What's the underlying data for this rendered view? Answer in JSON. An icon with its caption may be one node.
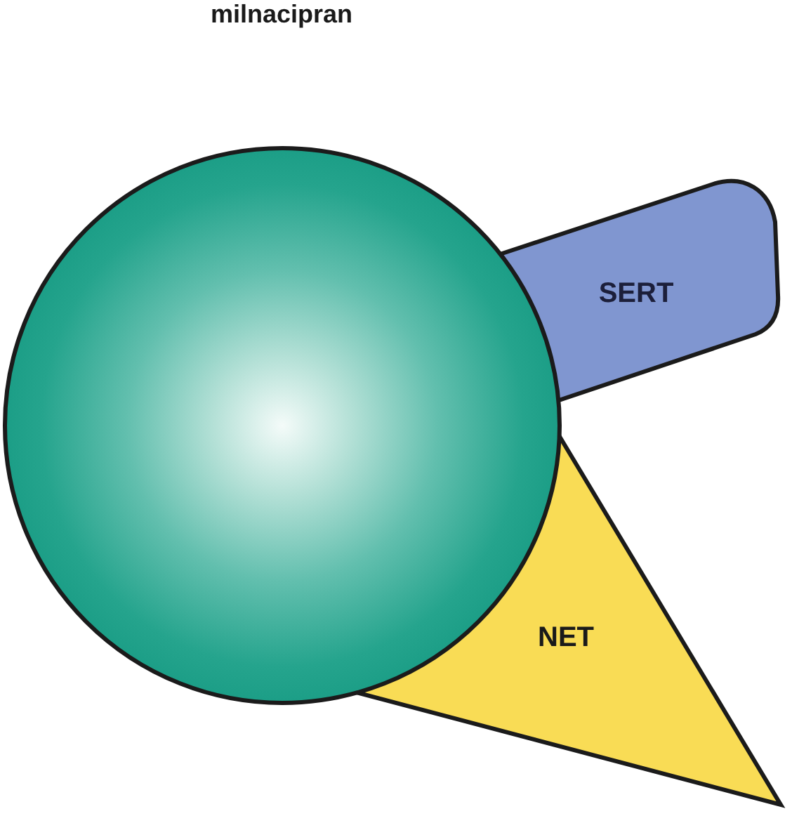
{
  "diagram": {
    "title": "milnacipran",
    "nodes": [
      {
        "text": [],
        "shape": "circle"
      },
      {
        "text": [
          "SERT"
        ]
      },
      {
        "text": [
          "NET"
        ]
      }
    ]
  }
}
